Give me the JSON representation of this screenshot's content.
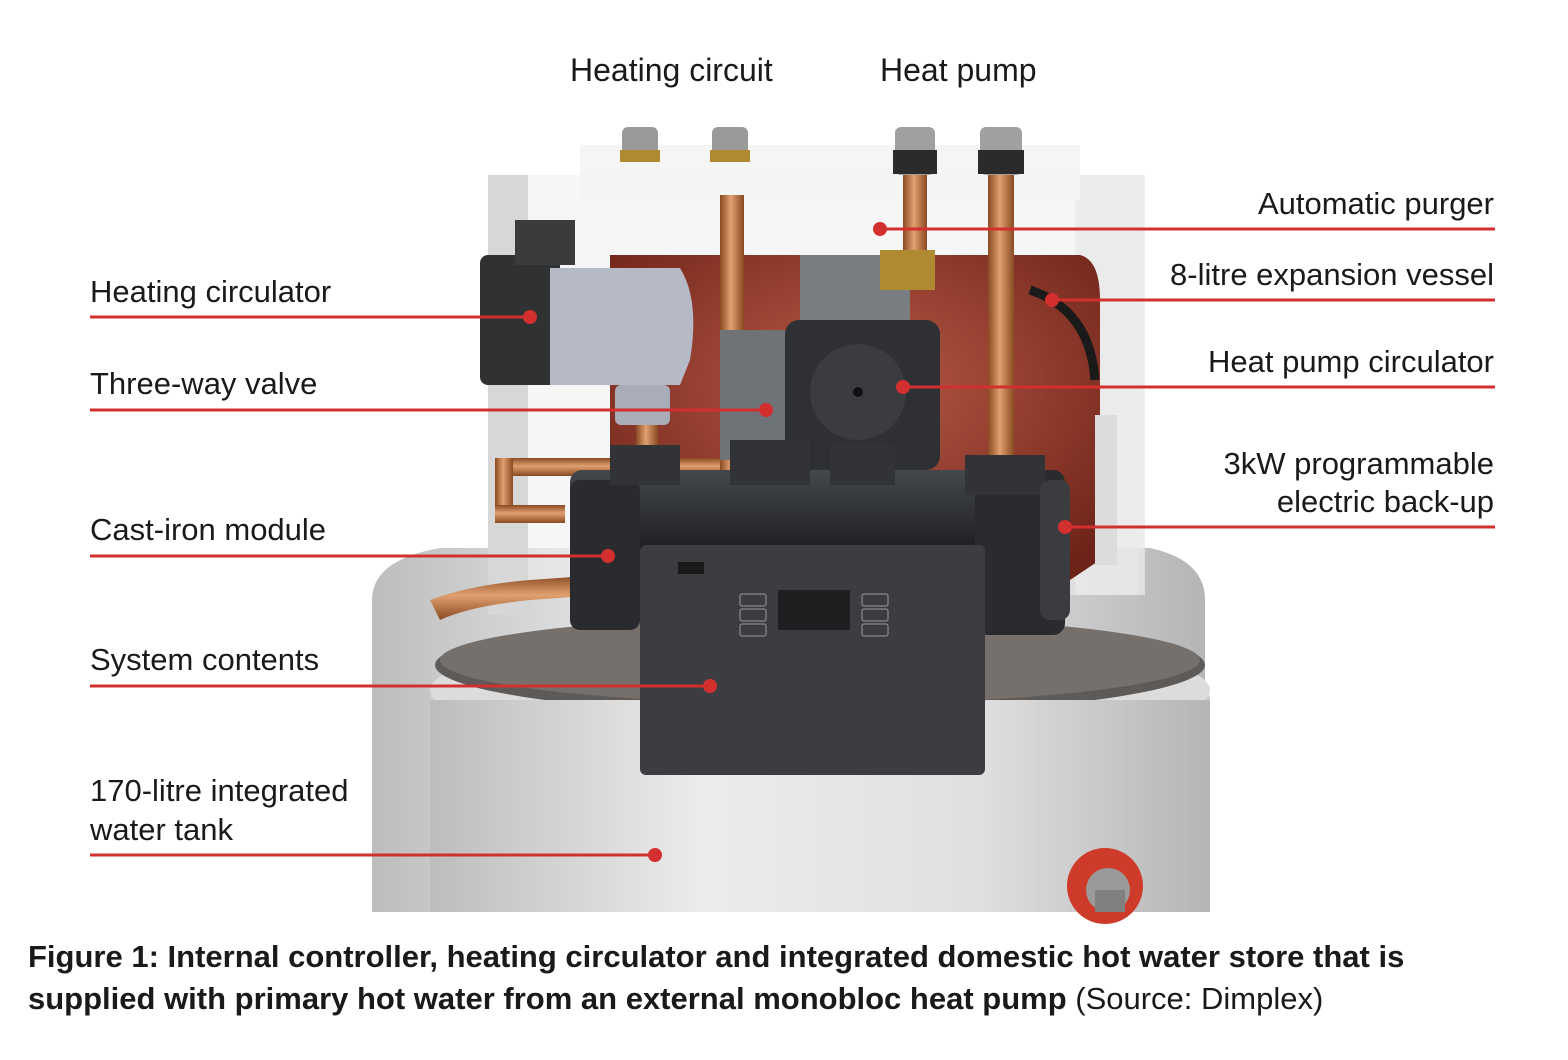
{
  "top_labels": {
    "heating_circuit": "Heating circuit",
    "heat_pump": "Heat pump"
  },
  "callouts": {
    "automatic_purger": "Automatic purger",
    "expansion_vessel": "8-litre expansion vessel",
    "heat_pump_circulator": "Heat pump circulator",
    "electric_backup_line1": "3kW programmable",
    "electric_backup_line2": "electric back-up",
    "heating_circulator": "Heating circulator",
    "three_way_valve": "Three-way valve",
    "cast_iron_module": "Cast-iron module",
    "system_contents": "System contents",
    "water_tank_line1": "170-litre integrated",
    "water_tank_line2": "water tank"
  },
  "caption": {
    "bold": "Figure 1: Internal controller, heating circulator and integrated domestic hot water store that is supplied with primary hot water from an external monobloc heat pump",
    "source": " (Source: Dimplex)"
  },
  "colors": {
    "leader_red": "#d32f2f",
    "copper": "#c8743e",
    "vessel_red": "#9a3a2e",
    "cast_iron": "#2d2f33",
    "tank_grey": "#e4e4e4"
  }
}
